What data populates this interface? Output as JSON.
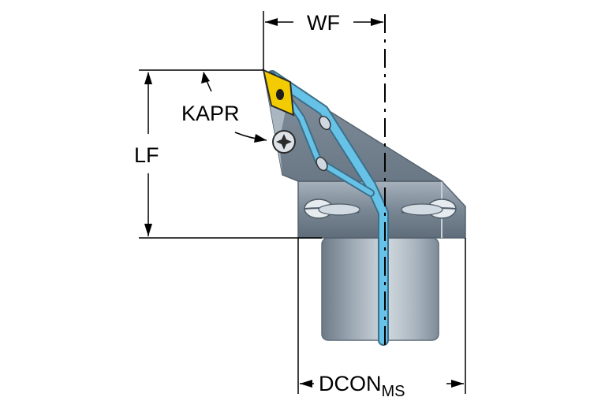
{
  "labels": {
    "wf": "WF",
    "lf": "LF",
    "kapr": "KAPR",
    "dcon_main": "DCON",
    "dcon_sub": "MS"
  },
  "colors": {
    "body_dark": "#647281",
    "body_mid": "#8a97a4",
    "body_light": "#c7d0d8",
    "coolant": "#66c2e6",
    "insert": "#f2cc00",
    "line": "#000000"
  }
}
